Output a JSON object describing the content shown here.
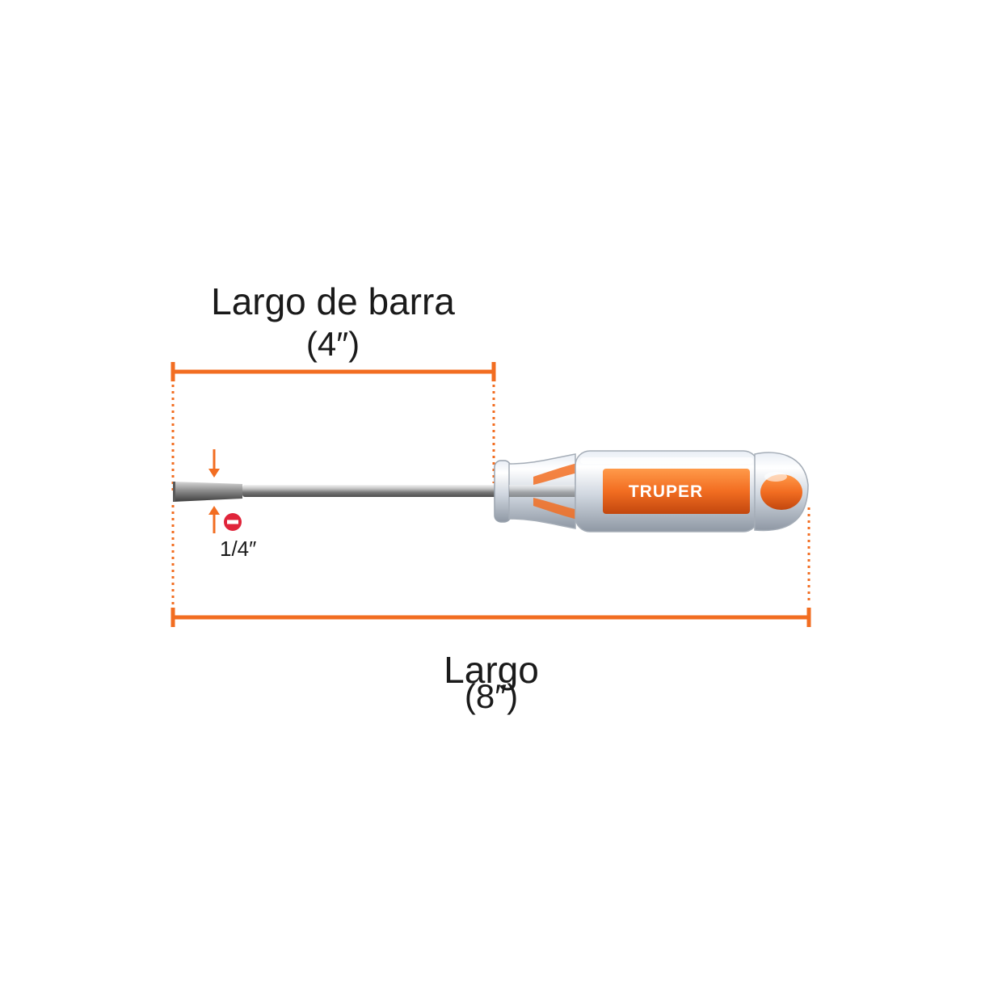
{
  "brand": {
    "name": "TRUPER",
    "accent_color": "#f26d21",
    "text_color": "#1a1a1a"
  },
  "dimensions": {
    "shaft_length_label": "Largo de barra",
    "shaft_length_value": "(4″)",
    "overall_length_label": "Largo",
    "overall_length_value": "(8″)",
    "tip_width_value": "1/4″"
  },
  "icons": {
    "tip_type": "slotted-tip-icon",
    "tip_type_color": "#e0243a"
  }
}
